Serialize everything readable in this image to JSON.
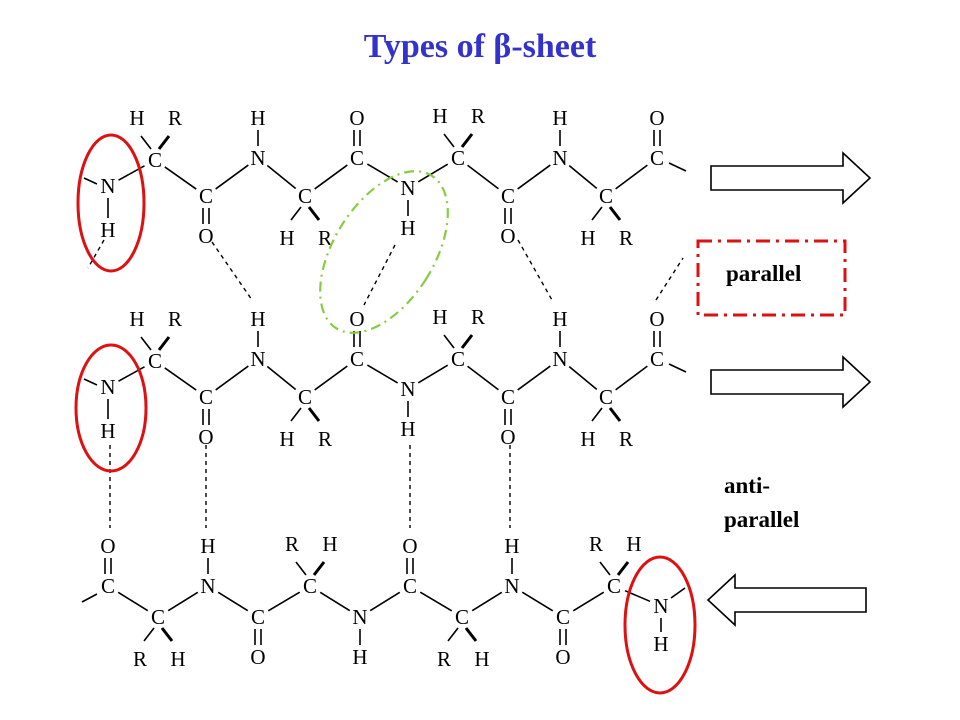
{
  "title": "Types of β-sheet",
  "labels": {
    "parallel": "parallel",
    "antiparallel_line1": "anti-",
    "antiparallel_line2": "parallel"
  },
  "atoms": {
    "N": "N",
    "C": "C",
    "O": "O",
    "H": "H",
    "R": "R"
  },
  "arrows": [
    "right",
    "right",
    "left"
  ],
  "colors": {
    "title": "#3333cc",
    "highlight_red": "#dd1111",
    "highlight_green": "#88cc44",
    "bond": "#000000"
  }
}
